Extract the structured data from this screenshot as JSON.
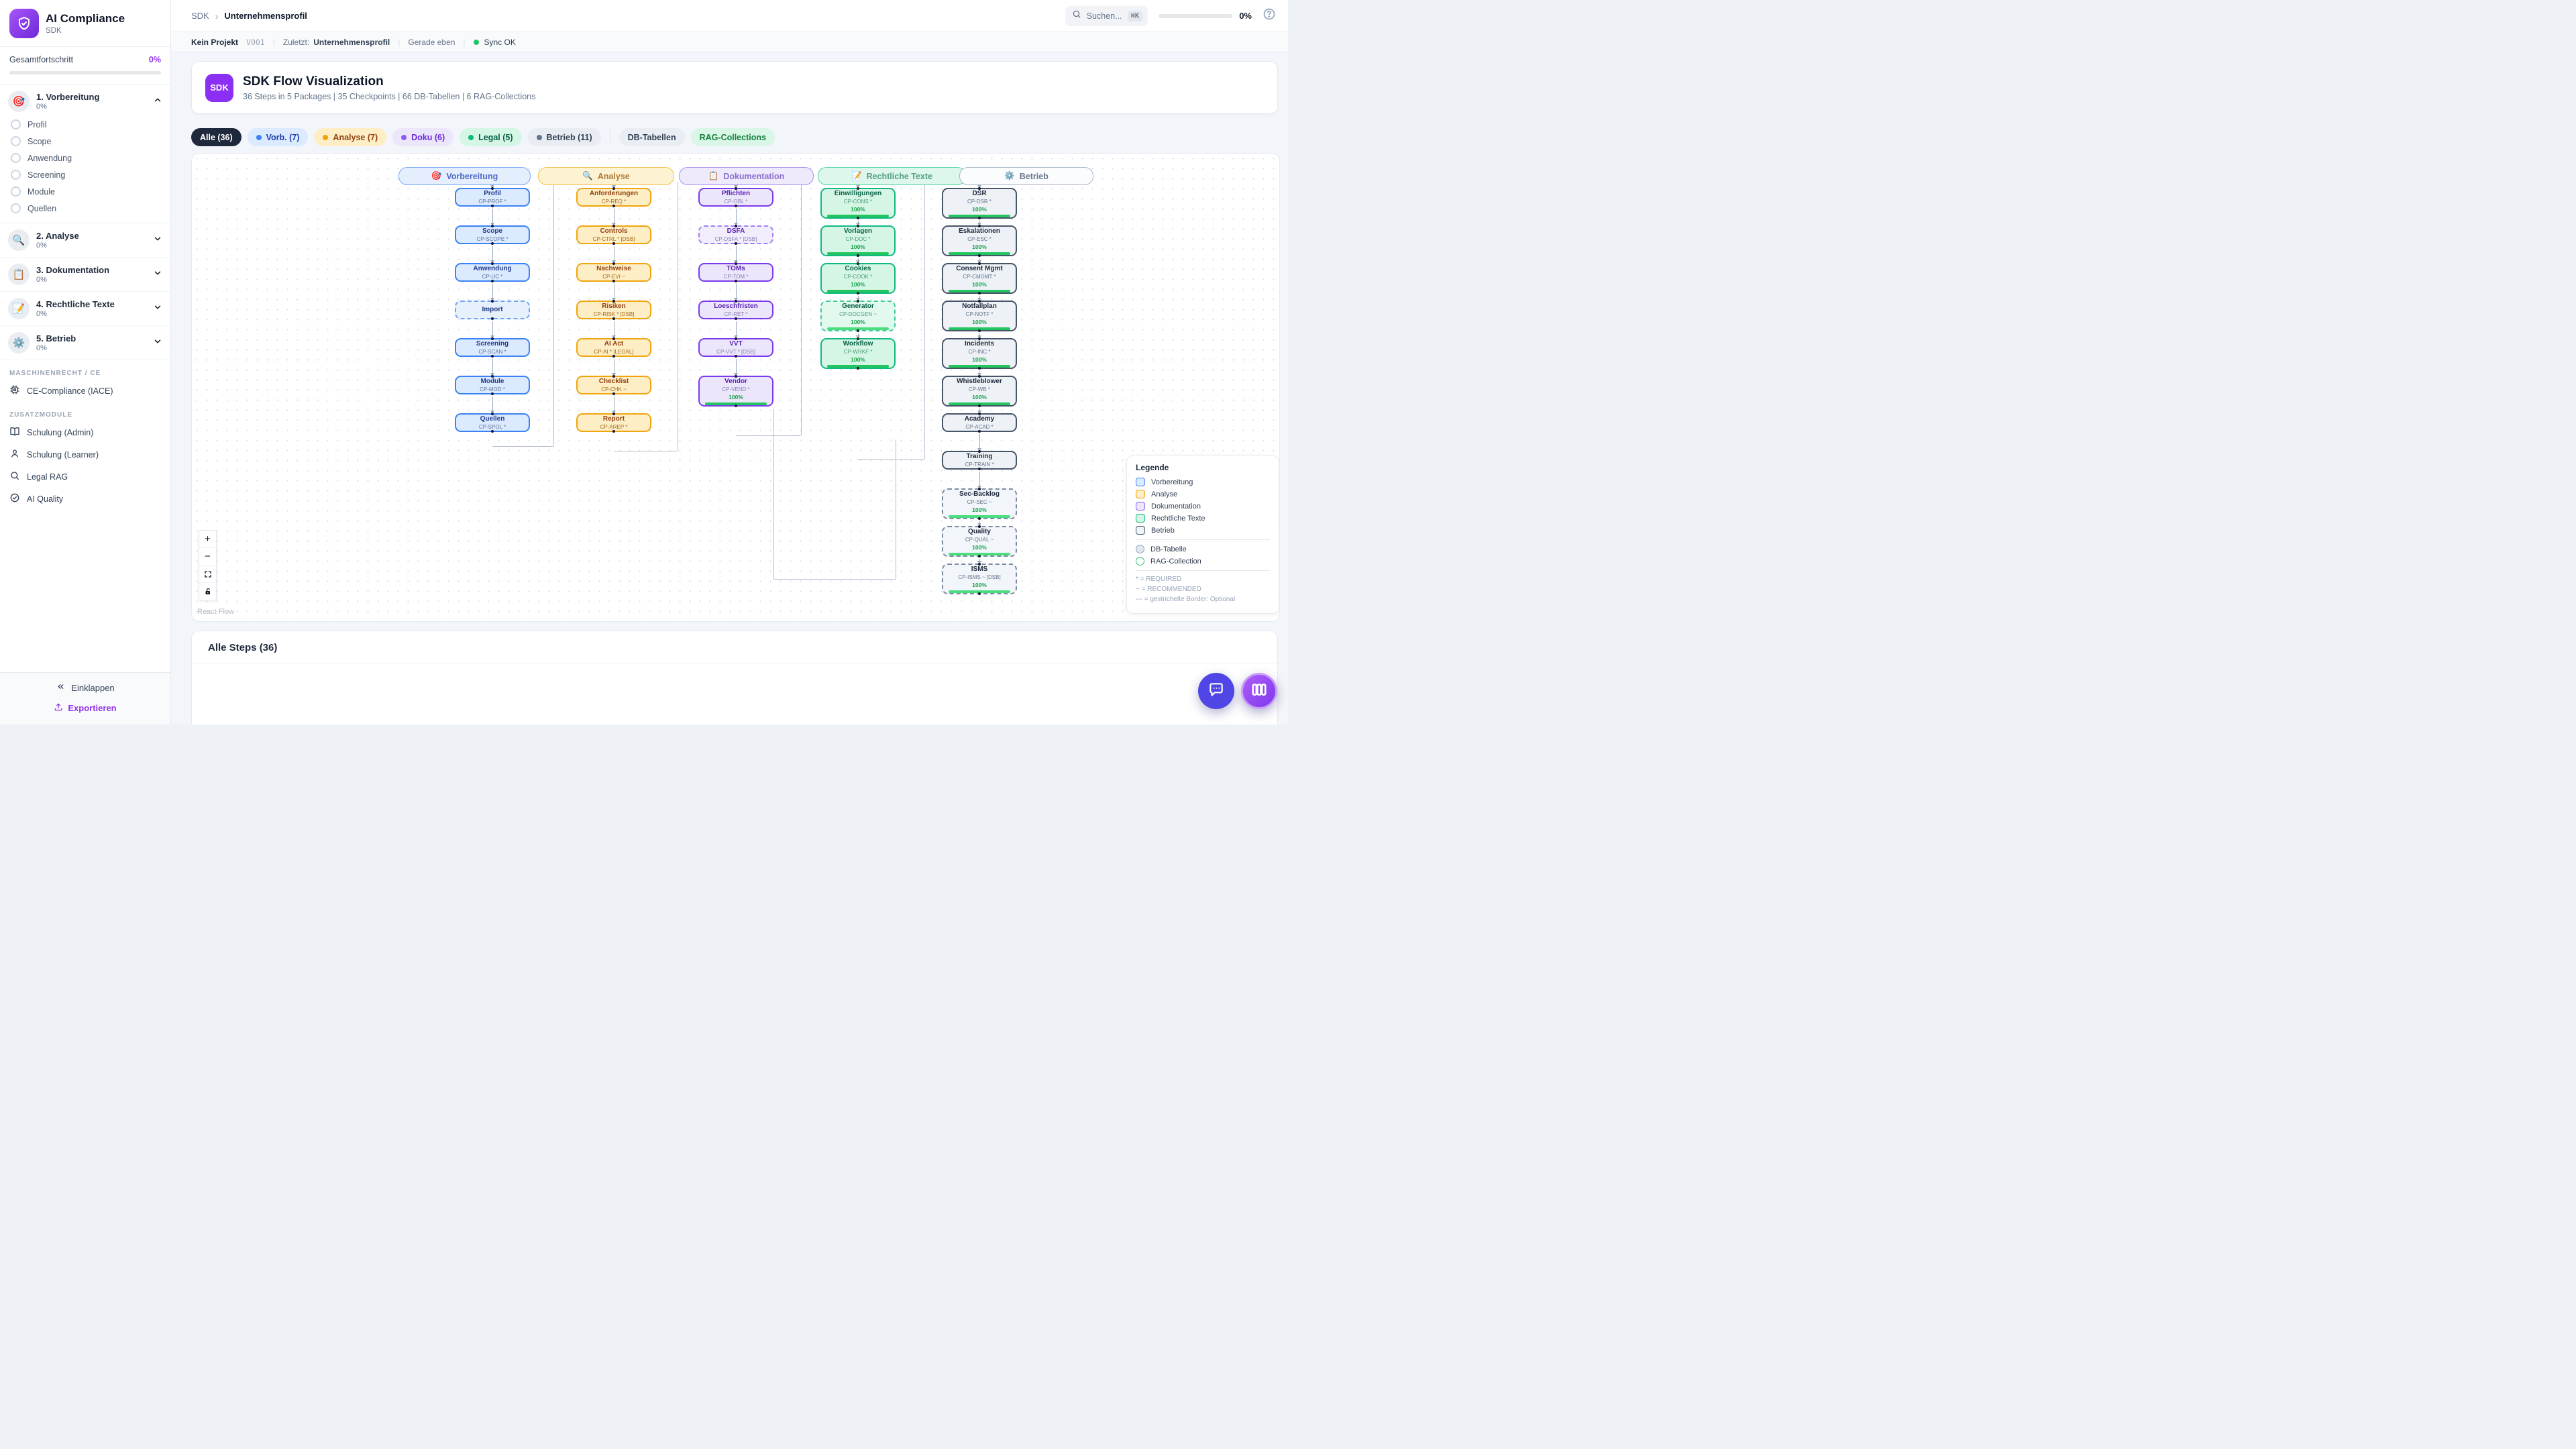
{
  "app": {
    "name": "AI Compliance",
    "sub": "SDK"
  },
  "accent": "#9333ea",
  "sidebar": {
    "overall_label": "Gesamtfortschritt",
    "overall_value": "0%",
    "phases": [
      {
        "title": "1. Vorbereitung",
        "icon": "🎯",
        "progress": "0%",
        "expanded": true,
        "items": [
          "Profil",
          "Scope",
          "Anwendung",
          "Screening",
          "Module",
          "Quellen"
        ]
      },
      {
        "title": "2. Analyse",
        "icon": "🔍",
        "progress": "0%",
        "expanded": false,
        "items": []
      },
      {
        "title": "3. Dokumentation",
        "icon": "📋",
        "progress": "0%",
        "expanded": false,
        "items": []
      },
      {
        "title": "4. Rechtliche Texte",
        "icon": "📝",
        "progress": "0%",
        "expanded": false,
        "items": []
      },
      {
        "title": "5. Betrieb",
        "icon": "⚙️",
        "progress": "0%",
        "expanded": false,
        "items": []
      }
    ],
    "sections": [
      {
        "label": "MASCHINENRECHT / CE",
        "items": [
          {
            "label": "CE-Compliance (IACE)",
            "icon": "cpu"
          }
        ]
      },
      {
        "label": "ZUSATZMODULE",
        "items": [
          {
            "label": "Schulung (Admin)",
            "icon": "book"
          },
          {
            "label": "Schulung (Learner)",
            "icon": "user"
          },
          {
            "label": "Legal RAG",
            "icon": "search"
          },
          {
            "label": "AI Quality",
            "icon": "check-circle"
          }
        ]
      }
    ],
    "collapse_label": "Einklappen",
    "export_label": "Exportieren"
  },
  "topbar": {
    "breadcrumb_root": "SDK",
    "breadcrumb_current": "Unternehmensprofil",
    "search_placeholder": "Suchen...",
    "search_shortcut": "⌘K",
    "progress": "0%"
  },
  "statusbar": {
    "project": "Kein Projekt",
    "version": "V001",
    "last_label": "Zuletzt:",
    "last_value": "Unternehmensprofil",
    "time": "Gerade eben",
    "sync": "Sync OK"
  },
  "hero": {
    "badge": "SDK",
    "title": "SDK Flow Visualization",
    "subtitle": "36 Steps in 5 Packages | 35 Checkpoints | 66 DB-Tabellen | 6 RAG-Collections"
  },
  "filters": [
    {
      "label": "Alle (36)",
      "active": true
    },
    {
      "label": "Vorb. (7)",
      "bg": "#dbeafe",
      "fg": "#1e40af",
      "dot": "#3b82f6"
    },
    {
      "label": "Analyse (7)",
      "bg": "#fdeec6",
      "fg": "#92400e",
      "dot": "#f59e0b"
    },
    {
      "label": "Doku (6)",
      "bg": "#ece6fb",
      "fg": "#6d28d9",
      "dot": "#8b5cf6"
    },
    {
      "label": "Legal (5)",
      "bg": "#d5f6e5",
      "fg": "#065f46",
      "dot": "#10b981"
    },
    {
      "label": "Betrieb (11)",
      "bg": "#e9edf3",
      "fg": "#334155",
      "dot": "#64748b"
    },
    {
      "divider": true
    },
    {
      "label": "DB-Tabellen",
      "bg": "#eaeef4",
      "fg": "#334155"
    },
    {
      "label": "RAG-Collections",
      "bg": "#d9f6e6",
      "fg": "#15803d"
    }
  ],
  "flow": {
    "packages": [
      {
        "key": "blue",
        "icon": "🎯",
        "label": "Vorbereitung",
        "steps": [
          {
            "label": "Profil",
            "code": "CP-PROF *"
          },
          {
            "label": "Scope",
            "code": "CP-SCOPE *"
          },
          {
            "label": "Anwendung",
            "code": "CP-UC *"
          },
          {
            "label": "Import",
            "code": null,
            "dashed": true
          },
          {
            "label": "Screening",
            "code": "CP-SCAN *"
          },
          {
            "label": "Module",
            "code": "CP-MOD *"
          },
          {
            "label": "Quellen",
            "code": "CP-SPOL *"
          }
        ]
      },
      {
        "key": "amber",
        "icon": "🔍",
        "label": "Analyse",
        "steps": [
          {
            "label": "Anforderungen",
            "code": "CP-REQ *"
          },
          {
            "label": "Controls",
            "code": "CP-CTRL * [DSB]"
          },
          {
            "label": "Nachweise",
            "code": "CP-EVI ~"
          },
          {
            "label": "Risiken",
            "code": "CP-RISK * [DSB]"
          },
          {
            "label": "AI Act",
            "code": "CP-AI * [LEGAL]"
          },
          {
            "label": "Checklist",
            "code": "CP-CHK ~"
          },
          {
            "label": "Report",
            "code": "CP-AREP *"
          }
        ]
      },
      {
        "key": "purple",
        "icon": "📋",
        "label": "Dokumentation",
        "steps": [
          {
            "label": "Pflichten",
            "code": "CP-OBL *"
          },
          {
            "label": "DSFA",
            "code": "CP-DSFA * [DSB]",
            "dashed": true
          },
          {
            "label": "TOMs",
            "code": "CP-TOM *"
          },
          {
            "label": "Loeschfristen",
            "code": "CP-RET *"
          },
          {
            "label": "VVT",
            "code": "CP-VVT * [DSB]"
          },
          {
            "label": "Vendor",
            "code": "CP-VEND *",
            "progress": "100%"
          }
        ]
      },
      {
        "key": "green",
        "icon": "📝",
        "label": "Rechtliche Texte",
        "steps": [
          {
            "label": "Einwilligungen",
            "code": "CP-CONS *",
            "progress": "100%"
          },
          {
            "label": "Vorlagen",
            "code": "CP-DOC *",
            "progress": "100%"
          },
          {
            "label": "Cookies",
            "code": "CP-COOK *",
            "progress": "100%"
          },
          {
            "label": "Generator",
            "code": "CP-DOCGEN ~",
            "progress": "100%",
            "dashed": true
          },
          {
            "label": "Workflow",
            "code": "CP-WRKF *",
            "progress": "100%"
          }
        ]
      },
      {
        "key": "slate",
        "icon": "⚙️",
        "label": "Betrieb",
        "steps": [
          {
            "label": "DSR",
            "code": "CP-DSR *",
            "progress": "100%"
          },
          {
            "label": "Eskalationen",
            "code": "CP-ESC *",
            "progress": "100%"
          },
          {
            "label": "Consent Mgmt",
            "code": "CP-CMGMT *",
            "progress": "100%"
          },
          {
            "label": "Notfallplan",
            "code": "CP-NOTF *",
            "progress": "100%"
          },
          {
            "label": "Incidents",
            "code": "CP-INC *",
            "progress": "100%"
          },
          {
            "label": "Whistleblower",
            "code": "CP-WB *",
            "progress": "100%"
          },
          {
            "label": "Academy",
            "code": "CP-ACAD *"
          },
          {
            "label": "Training",
            "code": "CP-TRAIN *"
          },
          {
            "label": "Sec-Backlog",
            "code": "CP-SEC ~",
            "progress": "100%",
            "dashed": true
          },
          {
            "label": "Quality",
            "code": "CP-QUAL ~",
            "progress": "100%",
            "dashed": true
          },
          {
            "label": "ISMS",
            "code": "CP-ISMS ~ [DSB]",
            "progress": "100%",
            "dashed": true
          }
        ]
      }
    ]
  },
  "legend": {
    "title": "Legende",
    "packages": [
      {
        "label": "Vorbereitung",
        "border": "#3b82f6",
        "fill": "#dbeafe"
      },
      {
        "label": "Analyse",
        "border": "#f59e0b",
        "fill": "#fdeec6"
      },
      {
        "label": "Dokumentation",
        "border": "#8b5cf6",
        "fill": "#ece6fb"
      },
      {
        "label": "Rechtliche Texte",
        "border": "#10b981",
        "fill": "#d5f6e5"
      },
      {
        "label": "Betrieb",
        "border": "#475569",
        "fill": "#f1f5f9"
      }
    ],
    "shapes": [
      {
        "label": "DB-Tabelle",
        "border": "#94a3b8",
        "fill": "#e2e8f0"
      },
      {
        "label": "RAG-Collection",
        "border": "#22c55e",
        "fill": "#ffffff"
      }
    ],
    "notes": [
      "* = REQUIRED",
      "~ = RECOMMENDED",
      "--- = gestrichelte Border: Optional"
    ]
  },
  "canvas_controls": {
    "zoom_in": "+",
    "zoom_out": "−",
    "attribution": "React Flow"
  },
  "steps_section": {
    "title": "Alle Steps (36)"
  }
}
